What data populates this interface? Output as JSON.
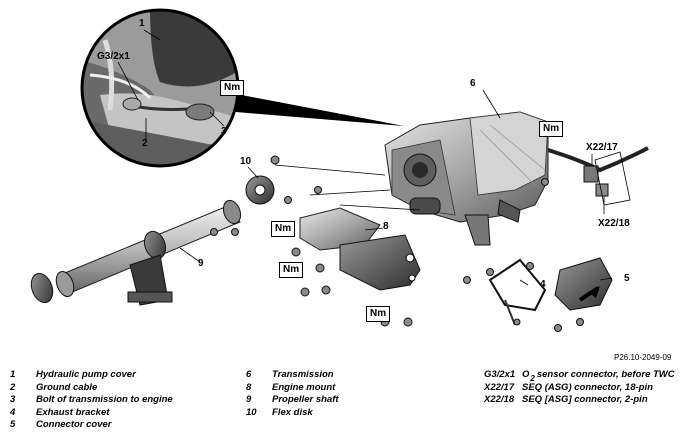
{
  "callouts": {
    "c1": "1",
    "c2": "2",
    "c3": "3",
    "c4": "4",
    "c5": "5",
    "c6": "6",
    "c8": "8",
    "c9": "9",
    "c10": "10",
    "g3": "G3/2x1",
    "x17": "X22/17",
    "x18": "X22/18"
  },
  "torque_label": "Nm",
  "ref_code": "P26.10-2049-09",
  "legend_left": [
    {
      "num": "1",
      "text": "Hydraulic pump cover"
    },
    {
      "num": "2",
      "text": "Ground cable"
    },
    {
      "num": "3",
      "text": "Bolt of transmission to engine"
    },
    {
      "num": "4",
      "text": "Exhaust bracket"
    },
    {
      "num": "5",
      "text": "Connector cover"
    }
  ],
  "legend_mid": [
    {
      "num": "6",
      "text": "Transmission"
    },
    {
      "num": "8",
      "text": "Engine mount"
    },
    {
      "num": "9",
      "text": "Propeller shaft"
    },
    {
      "num": "10",
      "text": "Flex disk"
    }
  ],
  "legend_right": [
    {
      "code": "G3/2x1",
      "pre": "O",
      "sub": "2",
      "text": "sensor connector, before TWC"
    },
    {
      "code": "X22/17",
      "pre": "",
      "sub": "",
      "text": "SEQ (ASG) connector, 18-pin"
    },
    {
      "code": "X22/18",
      "pre": "",
      "sub": "",
      "text": "SEQ [ASG] connector, 2-pin"
    }
  ]
}
